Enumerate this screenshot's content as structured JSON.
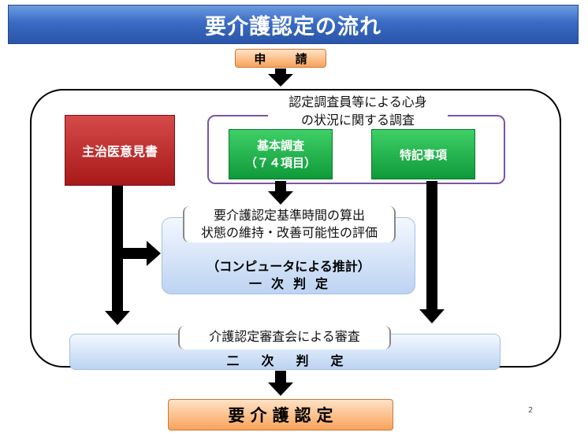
{
  "title": "要介護認定の流れ",
  "application_label": "申 請",
  "survey_title": [
    "認定調査員等による心身",
    "の状況に関する調査"
  ],
  "doctor_opinion_label": "主治医意見書",
  "basic_survey_label": [
    "基本調査",
    "（７４項目）"
  ],
  "special_notes_label": "特記事項",
  "calc_note": [
    "要介護認定基準時間の算出",
    "状態の維持・改善可能性の評価"
  ],
  "primary_label": [
    "（コンピュータによる推計）",
    "一次判定"
  ],
  "review_note": "介護認定審査会による審査",
  "secondary_label": "二次判定",
  "final_label": "要介護認定",
  "page_number": "2",
  "colors": {
    "title_bar": "#3a6bc4",
    "peach": "#f8a35a",
    "red": "#b82222",
    "green": "#17a545",
    "purple": "#7a55a3",
    "blue": "#bcd3f2",
    "arrow": "#000000"
  }
}
